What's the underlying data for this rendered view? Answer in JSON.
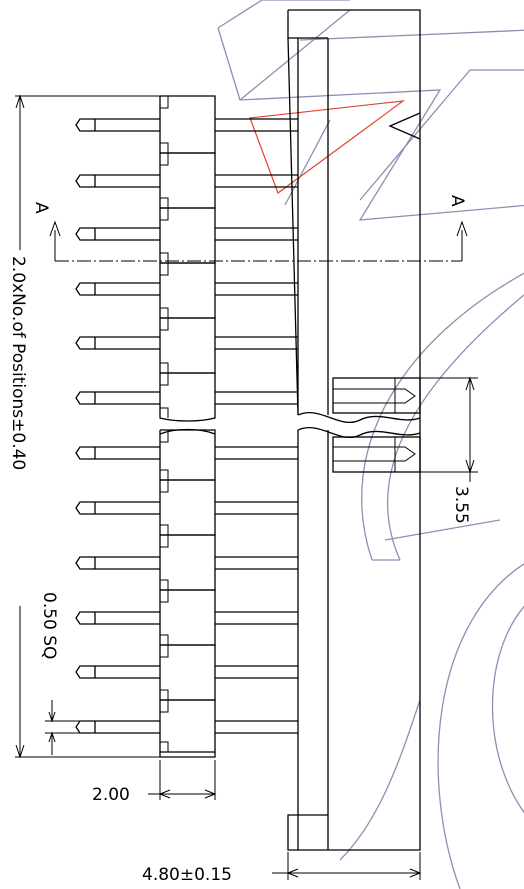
{
  "drawing": {
    "section_marker": "A",
    "dimensions": {
      "overall_length": "2.0xNo.of Positions±0.40",
      "pin_square": "0.50 SQ",
      "pitch": "2.00",
      "body_width": "4.80±0.15",
      "offset": "3.55"
    }
  },
  "colors": {
    "line": "#000000",
    "watermark": "#8e8eb4",
    "highlight": "#e0442c"
  }
}
